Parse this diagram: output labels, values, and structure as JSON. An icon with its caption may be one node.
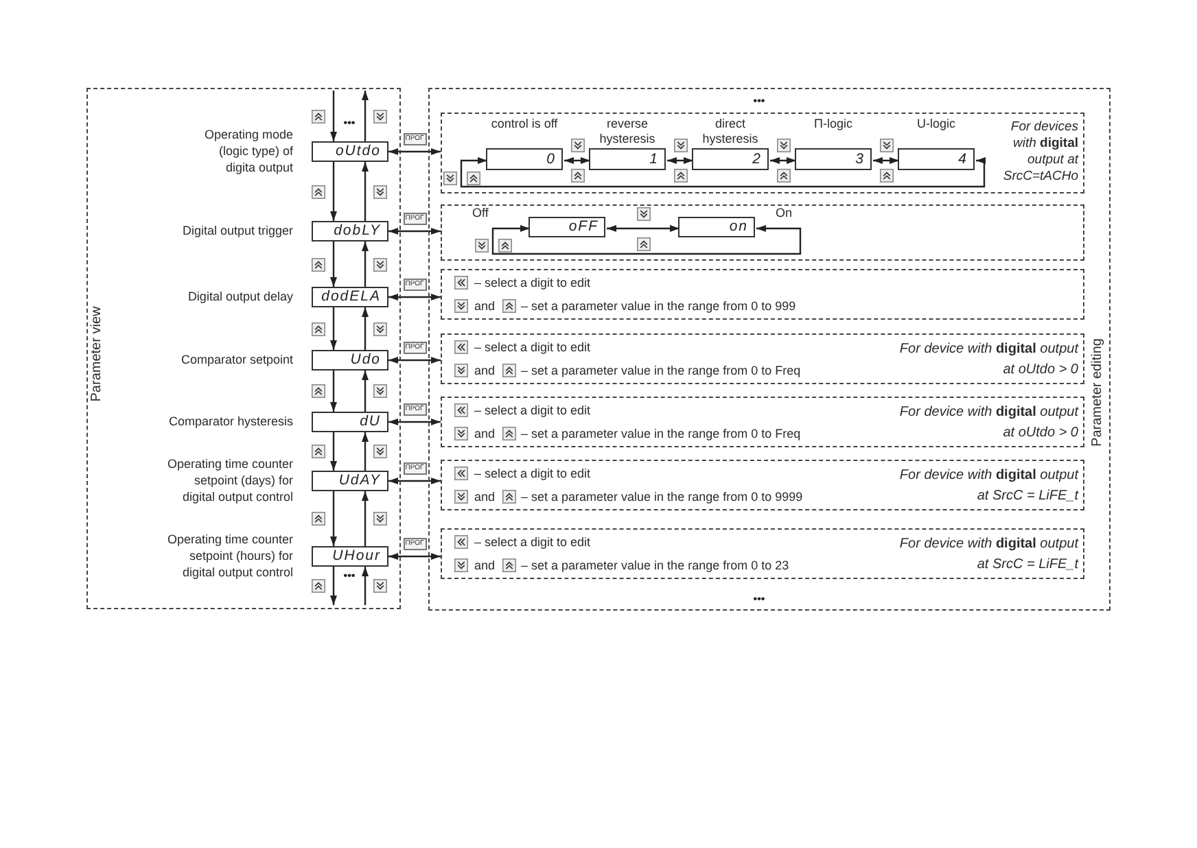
{
  "diagram": {
    "nodes": [
      {
        "text": [
          "Parameter view"
        ]
      },
      {
        "text": [
          "oUtdo"
        ],
        "beside": [
          "Operating mode (logic type) of digita output"
        ],
        "in": 0
      },
      {
        "text": [
          "dobLY"
        ],
        "beside": [
          "Digital output trigger"
        ],
        "in": 0
      },
      {
        "text": [
          "dodELA"
        ],
        "beside": [
          "Digital output delay"
        ],
        "in": 0
      },
      {
        "text": [
          "Udo"
        ],
        "beside": [
          "Comparator setpoint"
        ],
        "in": 0
      },
      {
        "text": [
          "dU"
        ],
        "beside": [
          "Comparator hysteresis"
        ],
        "in": 0
      },
      {
        "text": [
          "UdAY"
        ],
        "beside": [
          "Operating time counter setpoint (days) for digital output control"
        ],
        "in": 0
      },
      {
        "text": [
          "UHour"
        ],
        "beside": [
          "Operating time counter setpoint (hours) for digital output control"
        ],
        "in": 0
      },
      {
        "text": [
          "Parameter editing"
        ]
      },
      {
        "text": [
          "For devices with **digital** output at SrcC=tACHo"
        ],
        "in": 8
      },
      {
        "text": [
          "0"
        ],
        "beside": [
          "control is off"
        ],
        "in": 9
      },
      {
        "text": [
          "1"
        ],
        "beside": [
          "reverse hysteresis"
        ],
        "in": 9
      },
      {
        "text": [
          "2"
        ],
        "beside": [
          "direct hysteresis"
        ],
        "in": 9
      },
      {
        "text": [
          "3"
        ],
        "beside": [
          "П-logic"
        ],
        "in": 9
      },
      {
        "text": [
          "4"
        ],
        "beside": [
          "U-logic"
        ],
        "in": 9
      },
      {
        "text": [],
        "shape": "box",
        "in": 8
      },
      {
        "text": [
          "oFF"
        ],
        "beside": [
          "Off"
        ],
        "in": 15
      },
      {
        "text": [
          "on"
        ],
        "beside": [
          "On"
        ],
        "in": 15
      },
      {
        "text": [
          "– select a digit to edit",
          "and",
          "– set a parameter value in the range from 0 to 999"
        ],
        "in": 8
      },
      {
        "text": [
          "– select a digit to edit",
          "and",
          "– set a parameter value in the range from 0 to Freq",
          "For device with **digital** output at oUtdo > 0"
        ],
        "in": 8
      },
      {
        "text": [
          "– select a digit to edit",
          "and",
          "– set a parameter value in the range from 0 to Freq",
          "For device with **digital** output at oUtdo > 0"
        ],
        "in": 8
      },
      {
        "text": [
          "– select a digit to edit",
          "and",
          "– set a parameter value in the range from 0 to 9999",
          "For device with **digital** output at SrcC = LiFE_t"
        ],
        "in": 8
      },
      {
        "text": [
          "– select a digit to edit",
          "and",
          "– set a parameter value in the range from 0 to 23",
          "For device with **digital** output at SrcC = LiFE_t"
        ],
        "in": 8
      }
    ],
    "edges": [
      {
        "from": null,
        "to": 1,
        "arrow": "to"
      },
      {
        "from": 1,
        "to": null,
        "arrow": "to"
      },
      {
        "from": 1,
        "to": 2,
        "arrow": "to"
      },
      {
        "from": 2,
        "to": 1,
        "arrow": "to"
      },
      {
        "from": 2,
        "to": 3,
        "arrow": "to"
      },
      {
        "from": 3,
        "to": 2,
        "arrow": "to"
      },
      {
        "from": 3,
        "to": 4,
        "arrow": "to"
      },
      {
        "from": 4,
        "to": 3,
        "arrow": "to"
      },
      {
        "from": 4,
        "to": 5,
        "arrow": "to"
      },
      {
        "from": 5,
        "to": 4,
        "arrow": "to"
      },
      {
        "from": 5,
        "to": 6,
        "arrow": "to"
      },
      {
        "from": 6,
        "to": 5,
        "arrow": "to"
      },
      {
        "from": 6,
        "to": 7,
        "arrow": "to"
      },
      {
        "from": 7,
        "to": 6,
        "arrow": "to"
      },
      {
        "from": 7,
        "to": null,
        "arrow": "to"
      },
      {
        "from": null,
        "to": 7,
        "arrow": "to"
      },
      {
        "from": 1,
        "to": 9,
        "arrow": "both",
        "label": "ПРОГ"
      },
      {
        "from": 2,
        "to": 15,
        "arrow": "both",
        "label": "ПРОГ"
      },
      {
        "from": 3,
        "to": 18,
        "arrow": "both",
        "label": "ПРОГ"
      },
      {
        "from": 4,
        "to": 19,
        "arrow": "both",
        "label": "ПРОГ"
      },
      {
        "from": 5,
        "to": 20,
        "arrow": "both",
        "label": "ПРОГ"
      },
      {
        "from": 6,
        "to": 21,
        "arrow": "both",
        "label": "ПРОГ"
      },
      {
        "from": 7,
        "to": 22,
        "arrow": "both",
        "label": "ПРОГ"
      },
      {
        "from": 10,
        "to": 11,
        "arrow": "both"
      },
      {
        "from": 11,
        "to": 12,
        "arrow": "both"
      },
      {
        "from": 12,
        "to": 13,
        "arrow": "both"
      },
      {
        "from": 13,
        "to": 14,
        "arrow": "both"
      },
      {
        "from": 14,
        "to": 10,
        "arrow": "both"
      },
      {
        "from": 16,
        "to": 17,
        "arrow": "both"
      },
      {
        "from": 17,
        "to": 16,
        "arrow": "both"
      }
    ],
    "labels": [
      "•••",
      "•••",
      "•••",
      "•••"
    ]
  }
}
